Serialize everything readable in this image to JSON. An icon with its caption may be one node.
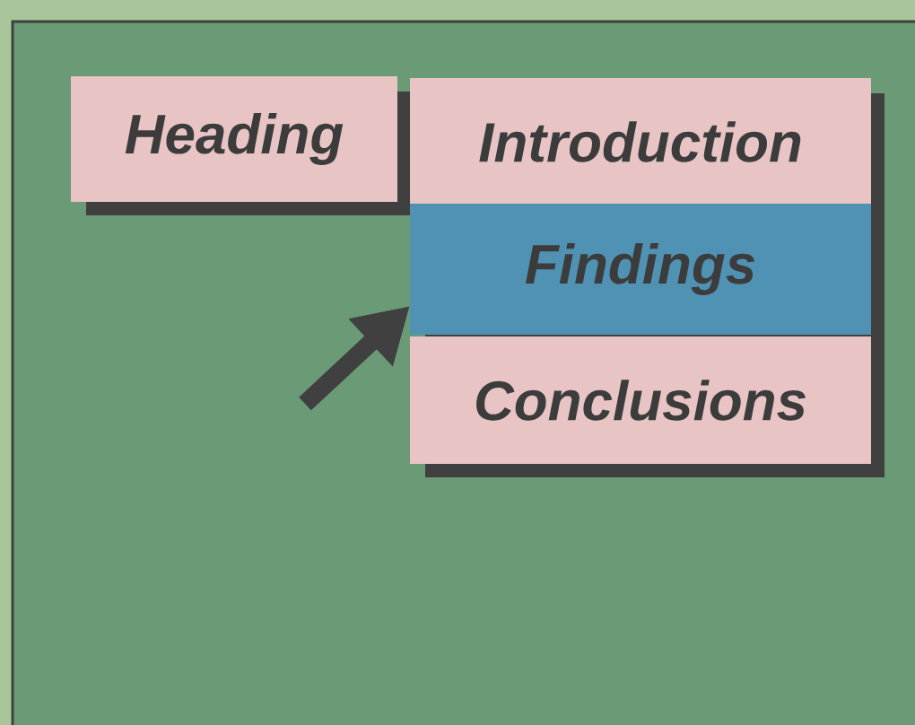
{
  "diagram": {
    "nodes": [
      {
        "text": [
          "Heading"
        ]
      },
      {
        "text": [
          "Introduction"
        ]
      },
      {
        "text": [
          "Findings"
        ]
      },
      {
        "text": [
          "Conclusions"
        ]
      }
    ],
    "edges": [
      {
        "from": null,
        "to": 2,
        "arrow": "to"
      }
    ]
  }
}
